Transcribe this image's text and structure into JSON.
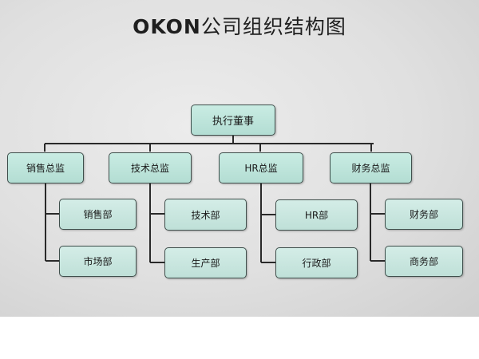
{
  "title_prefix": "OKON",
  "title_suffix": "公司组织结构图",
  "root": {
    "label": "执行董事"
  },
  "departments": [
    {
      "label": "销售总监",
      "children": [
        "销售部",
        "市场部"
      ]
    },
    {
      "label": "技术总监",
      "children": [
        "技术部",
        "生产部"
      ]
    },
    {
      "label": "HR总监",
      "children": [
        "HR部",
        "行政部"
      ]
    },
    {
      "label": "财务总监",
      "children": [
        "财务部",
        "商务部"
      ]
    }
  ],
  "colors": {
    "node_fill": "#bfe3da",
    "line": "#2a2a2a"
  }
}
